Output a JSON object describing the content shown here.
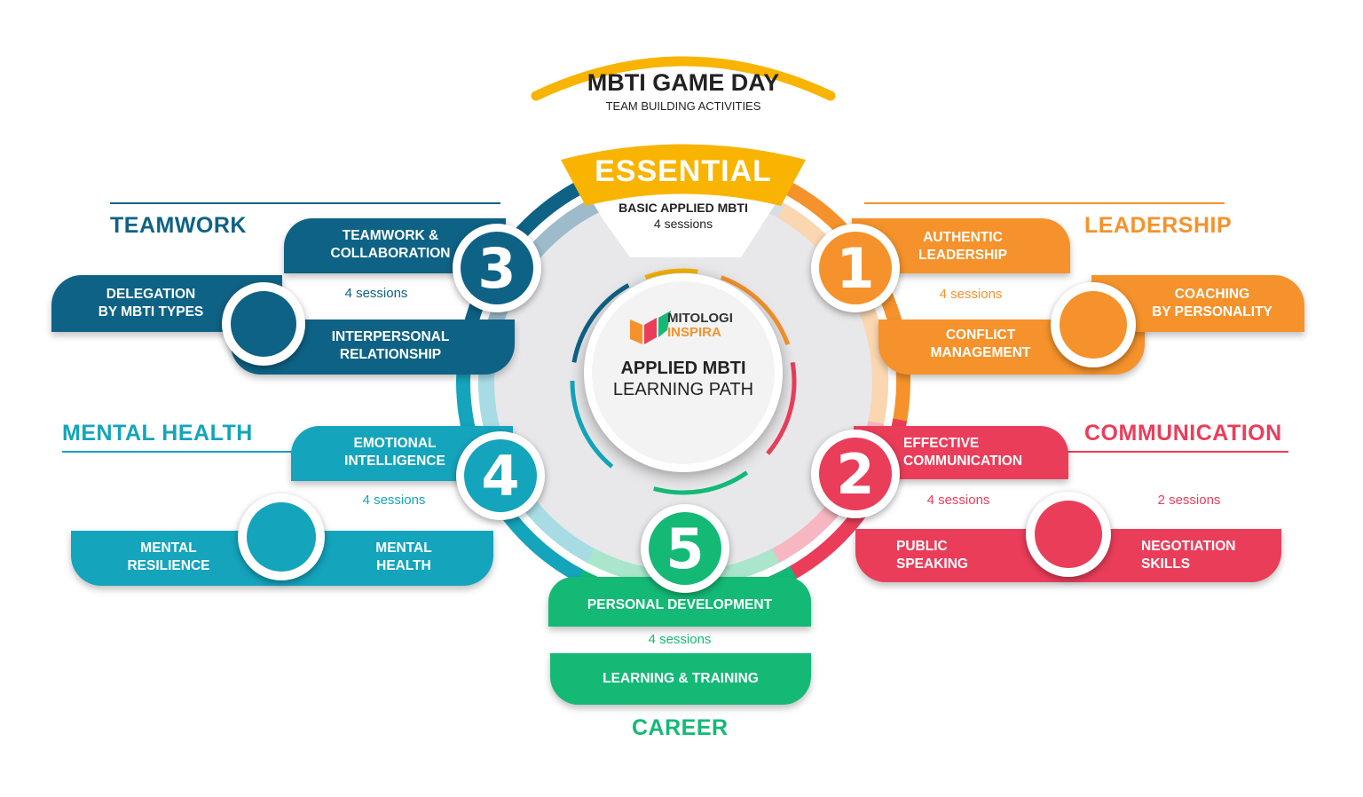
{
  "header": {
    "title": "MBTI GAME DAY",
    "subtitle": "TEAM BUILDING ACTIVITIES"
  },
  "core": {
    "label": "ESSENTIAL",
    "course": "BASIC APPLIED MBTI",
    "sessions": "4 sessions"
  },
  "center": {
    "brand_line1": "MITOLOGI",
    "brand_line2": "INSPIRA",
    "title_line1": "APPLIED MBTI",
    "title_line2": "LEARNING PATH"
  },
  "colors": {
    "teamwork": "#0E6285",
    "mental_health": "#14A4BC",
    "career": "#14B976",
    "communication": "#EA3D5A",
    "leadership": "#F5922B",
    "essential": "#F8B400"
  },
  "tracks": {
    "leadership": {
      "number": "1",
      "title": "LEADERSHIP",
      "top_course": "AUTHENTIC\nLEADERSHIP",
      "sessions": "4 sessions",
      "bottom_course": "CONFLICT\nMANAGEMENT",
      "side_course": "COACHING\nBY PERSONALITY"
    },
    "communication": {
      "number": "2",
      "title": "COMMUNICATION",
      "top_course": "EFFECTIVE\nCOMMUNICATION",
      "sessions": "4 sessions",
      "bottom_course": "PUBLIC\nSPEAKING",
      "side_sessions": "2 sessions",
      "side_course": "NEGOTIATION\nSKILLS"
    },
    "teamwork": {
      "number": "3",
      "title": "TEAMWORK",
      "top_course": "TEAMWORK &\nCOLLABORATION",
      "sessions": "4 sessions",
      "bottom_course": "INTERPERSONAL\nRELATIONSHIP",
      "side_course": "DELEGATION\nBY MBTI TYPES"
    },
    "mental_health": {
      "number": "4",
      "title": "MENTAL HEALTH",
      "top_course": "EMOTIONAL\nINTELLIGENCE",
      "sessions": "4 sessions",
      "bottom_course": "MENTAL\nHEALTH",
      "side_course": "MENTAL\nRESILIENCE"
    },
    "career": {
      "number": "5",
      "title": "CAREER",
      "top_course": "PERSONAL DEVELOPMENT",
      "sessions": "4 sessions",
      "bottom_course": "LEARNING & TRAINING"
    }
  }
}
